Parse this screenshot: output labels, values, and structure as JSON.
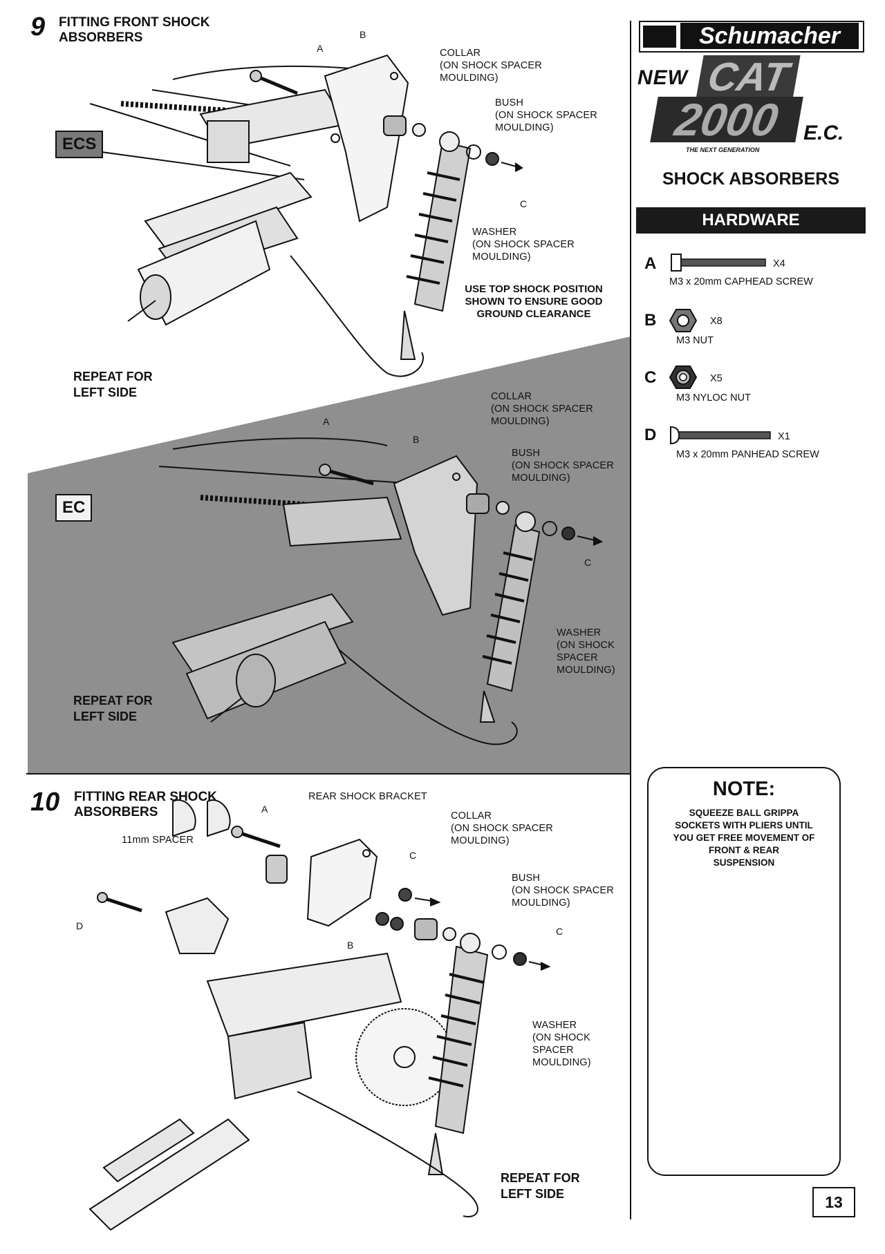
{
  "brand": {
    "name": "Schumacher",
    "logo_new": "NEW",
    "logo_cat": "CAT",
    "logo_2000": "2000",
    "logo_ec": "E.C.",
    "logo_tagline": "THE NEXT GENERATION"
  },
  "sidebar": {
    "section_title": "SHOCK ABSORBERS",
    "hardware_heading": "HARDWARE",
    "hardware": [
      {
        "letter": "A",
        "qty": "X4",
        "desc": "M3 x 20mm CAPHEAD SCREW",
        "icon": "caphead-screw-icon"
      },
      {
        "letter": "B",
        "qty": "X8",
        "desc": "M3 NUT",
        "icon": "hex-nut-icon"
      },
      {
        "letter": "C",
        "qty": "X5",
        "desc": "M3 NYLOC NUT",
        "icon": "nyloc-nut-icon"
      },
      {
        "letter": "D",
        "qty": "X1",
        "desc": "M3 x 20mm PANHEAD SCREW",
        "icon": "panhead-screw-icon"
      }
    ]
  },
  "step9": {
    "number": "9",
    "title": "FITTING FRONT SHOCK\nABSORBERS",
    "variant_ecs": "ECS",
    "variant_ec": "EC",
    "ecs_labels": {
      "a": "A",
      "b": "B",
      "c": "C",
      "collar": "COLLAR\n(ON SHOCK SPACER\nMOULDING)",
      "bush": "BUSH\n(ON SHOCK SPACER\nMOULDING)",
      "washer": "WASHER\n(ON SHOCK SPACER\nMOULDING)",
      "note": "USE TOP SHOCK POSITION\nSHOWN TO ENSURE GOOD\nGROUND CLEARANCE",
      "repeat": "REPEAT FOR\nLEFT SIDE"
    },
    "ec_labels": {
      "a": "A",
      "b": "B",
      "c": "C",
      "collar": "COLLAR\n(ON SHOCK SPACER\nMOULDING)",
      "bush": "BUSH\n(ON SHOCK SPACER\nMOULDING)",
      "washer": "WASHER\n(ON SHOCK\nSPACER\nMOULDING)",
      "repeat": "REPEAT FOR\nLEFT SIDE"
    }
  },
  "step10": {
    "number": "10",
    "title": "FITTING REAR SHOCK\nABSORBERS",
    "labels": {
      "rear_bracket": "REAR SHOCK BRACKET",
      "a": "A",
      "spacer": "11mm SPACER",
      "collar": "COLLAR\n(ON SHOCK SPACER\nMOULDING)",
      "c1": "C",
      "bush": "BUSH\n(ON SHOCK SPACER\nMOULDING)",
      "c2": "C",
      "d": "D",
      "b": "B",
      "washer": "WASHER\n(ON SHOCK\nSPACER\nMOULDING)",
      "repeat": "REPEAT FOR\nLEFT SIDE"
    }
  },
  "note_box": {
    "heading": "NOTE:",
    "text": "SQUEEZE BALL GRIPPA\nSOCKETS WITH PLIERS UNTIL\nYOU GET FREE MOVEMENT OF\nFRONT & REAR\nSUSPENSION"
  },
  "page_number": "13"
}
